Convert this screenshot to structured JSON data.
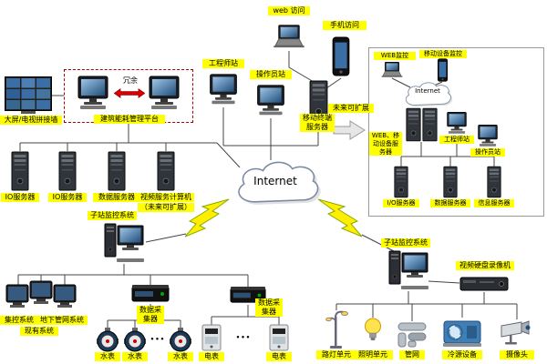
{
  "top": {
    "web_access": "web 访问",
    "mobile_access": "手机访问",
    "engineer_station": "工程师站",
    "operator_station": "操作员站",
    "mobile_terminal_server": "移动终端服务器",
    "future_expandable": "未来可扩展"
  },
  "platform": {
    "video_wall": "大屏/电视拼接墙",
    "redundancy": "冗余",
    "name": "建筑能耗管理平台"
  },
  "servers": {
    "io1": "IO服务器",
    "io2": "IO服务器",
    "data": "数据服务器",
    "video": "视频服务计算机",
    "video_note": "（未来可扩展）"
  },
  "internet": "Internet",
  "right_panel": {
    "web_monitor": "WEB监控",
    "mobile_monitor": "移动设备监控",
    "internet": "Internet",
    "web_mobile_server": "WEB、移动设备服务器",
    "engineer_station": "工程师站",
    "operator_station": "操作员站",
    "io_server": "I/O服务器",
    "data_server": "数据服务器",
    "info_server": "信息服务器"
  },
  "substation_left": {
    "name": "子站监控系统",
    "legacy": {
      "central": "集控系统",
      "pipe": "地下管网系统",
      "existing": "现有系统"
    },
    "collector1": "数据采集器",
    "collector2": "数据采集器",
    "water_meter": "水表",
    "electric_meter": "电表",
    "dots": "•••"
  },
  "substation_right": {
    "name": "子站监控系统",
    "dvr": "视频硬盘录像机",
    "street_lamp": "路灯单元",
    "lighting": "照明单元",
    "pipe_network": "管网",
    "cold_source": "冷源设备",
    "camera": "摄像头"
  },
  "colors": {
    "label_bg": "#ffff00",
    "redundancy_arrow": "#dd0000",
    "lightning": "#ffee00",
    "screen_blue": "#1f4e79"
  }
}
